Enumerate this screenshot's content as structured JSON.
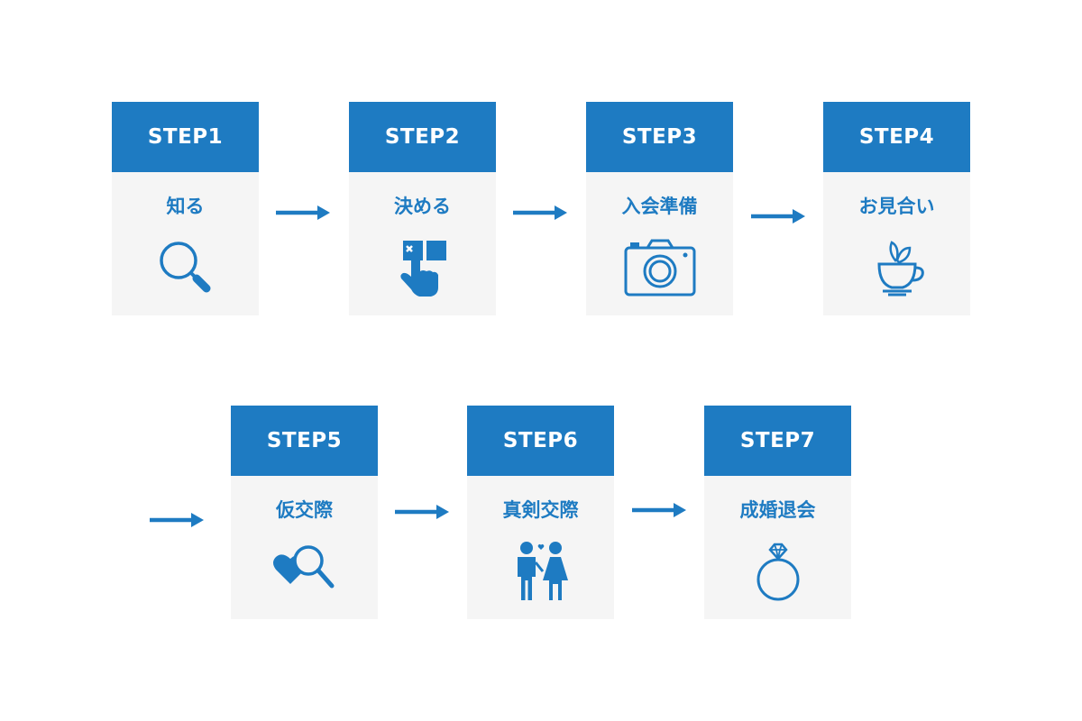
{
  "steps": [
    {
      "label": "STEP1",
      "title": "知る",
      "icon": "magnifier-icon"
    },
    {
      "label": "STEP2",
      "title": "決める",
      "icon": "hand-pointing-checkbox-icon"
    },
    {
      "label": "STEP3",
      "title": "入会準備",
      "icon": "camera-icon"
    },
    {
      "label": "STEP4",
      "title": "お見合い",
      "icon": "tea-cup-icon"
    },
    {
      "label": "STEP5",
      "title": "仮交際",
      "icon": "heart-magnifier-icon"
    },
    {
      "label": "STEP6",
      "title": "真剣交際",
      "icon": "couple-icon"
    },
    {
      "label": "STEP7",
      "title": "成婚退会",
      "icon": "diamond-ring-icon"
    }
  ],
  "colors": {
    "accent": "#1e7bc2",
    "card_background": "#f5f5f5",
    "header_text": "#ffffff",
    "page_background": "#ffffff"
  }
}
